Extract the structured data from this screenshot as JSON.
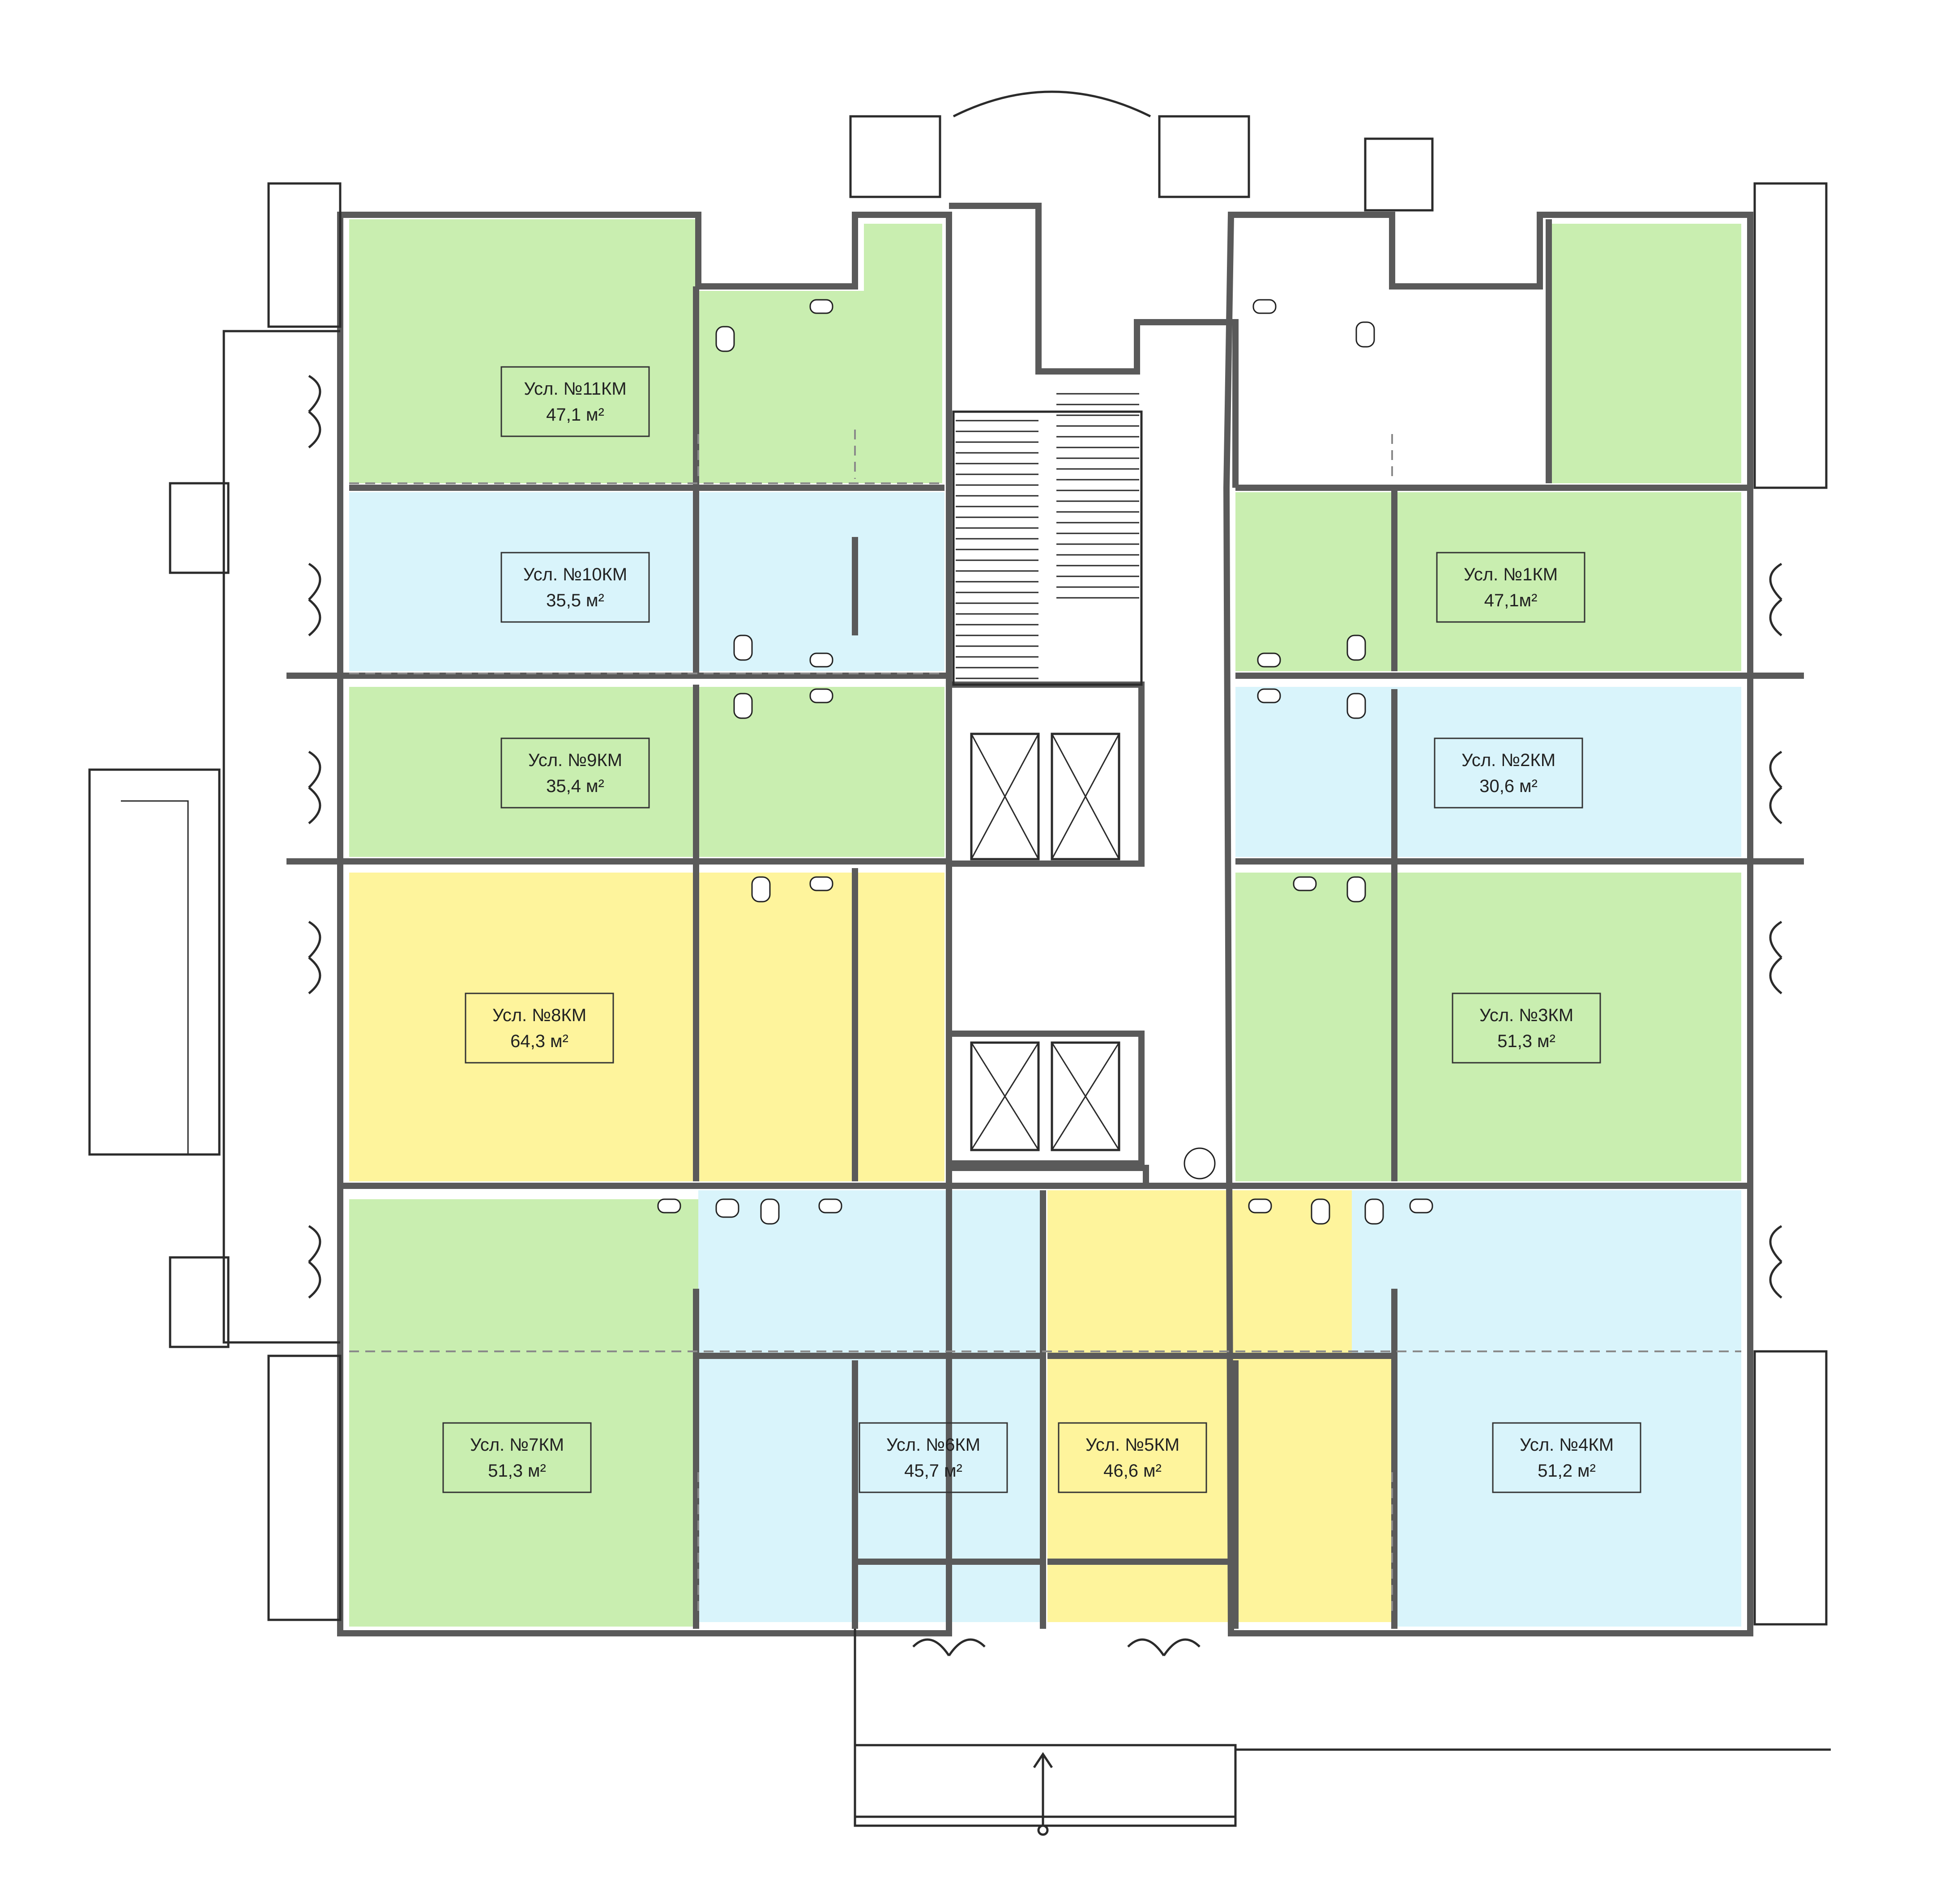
{
  "colors": {
    "green": "#c9eeb0",
    "blue": "#d9f4fb",
    "yellow": "#fef49c",
    "wall": "#5a5a5a",
    "line": "#2b2b2b"
  },
  "units": [
    {
      "id": "11",
      "name": "Усл. №11КМ",
      "area": "47,1 м²",
      "color": "green"
    },
    {
      "id": "10",
      "name": "Усл. №10КМ",
      "area": "35,5 м²",
      "color": "blue"
    },
    {
      "id": "9",
      "name": "Усл. №9КМ",
      "area": "35,4 м²",
      "color": "green"
    },
    {
      "id": "8",
      "name": "Усл. №8КМ",
      "area": "64,3 м²",
      "color": "yellow"
    },
    {
      "id": "7",
      "name": "Усл. №7КМ",
      "area": "51,3 м²",
      "color": "green"
    },
    {
      "id": "6",
      "name": "Усл. №6КМ",
      "area": "45,7 м²",
      "color": "blue"
    },
    {
      "id": "5",
      "name": "Усл. №5КМ",
      "area": "46,6 м²",
      "color": "yellow"
    },
    {
      "id": "4",
      "name": "Усл. №4КМ",
      "area": "51,2 м²",
      "color": "blue"
    },
    {
      "id": "3",
      "name": "Усл. №3КМ",
      "area": "51,3 м²",
      "color": "green"
    },
    {
      "id": "2",
      "name": "Усл. №2КМ",
      "area": "30,6 м²",
      "color": "blue"
    },
    {
      "id": "1",
      "name": "Усл. №1КМ",
      "area": "47,1м²",
      "color": "green"
    }
  ],
  "icons": [
    "elevator-icon",
    "stair-icon",
    "toilet-icon",
    "sink-icon",
    "door-swing-icon",
    "arrow-up-icon"
  ]
}
